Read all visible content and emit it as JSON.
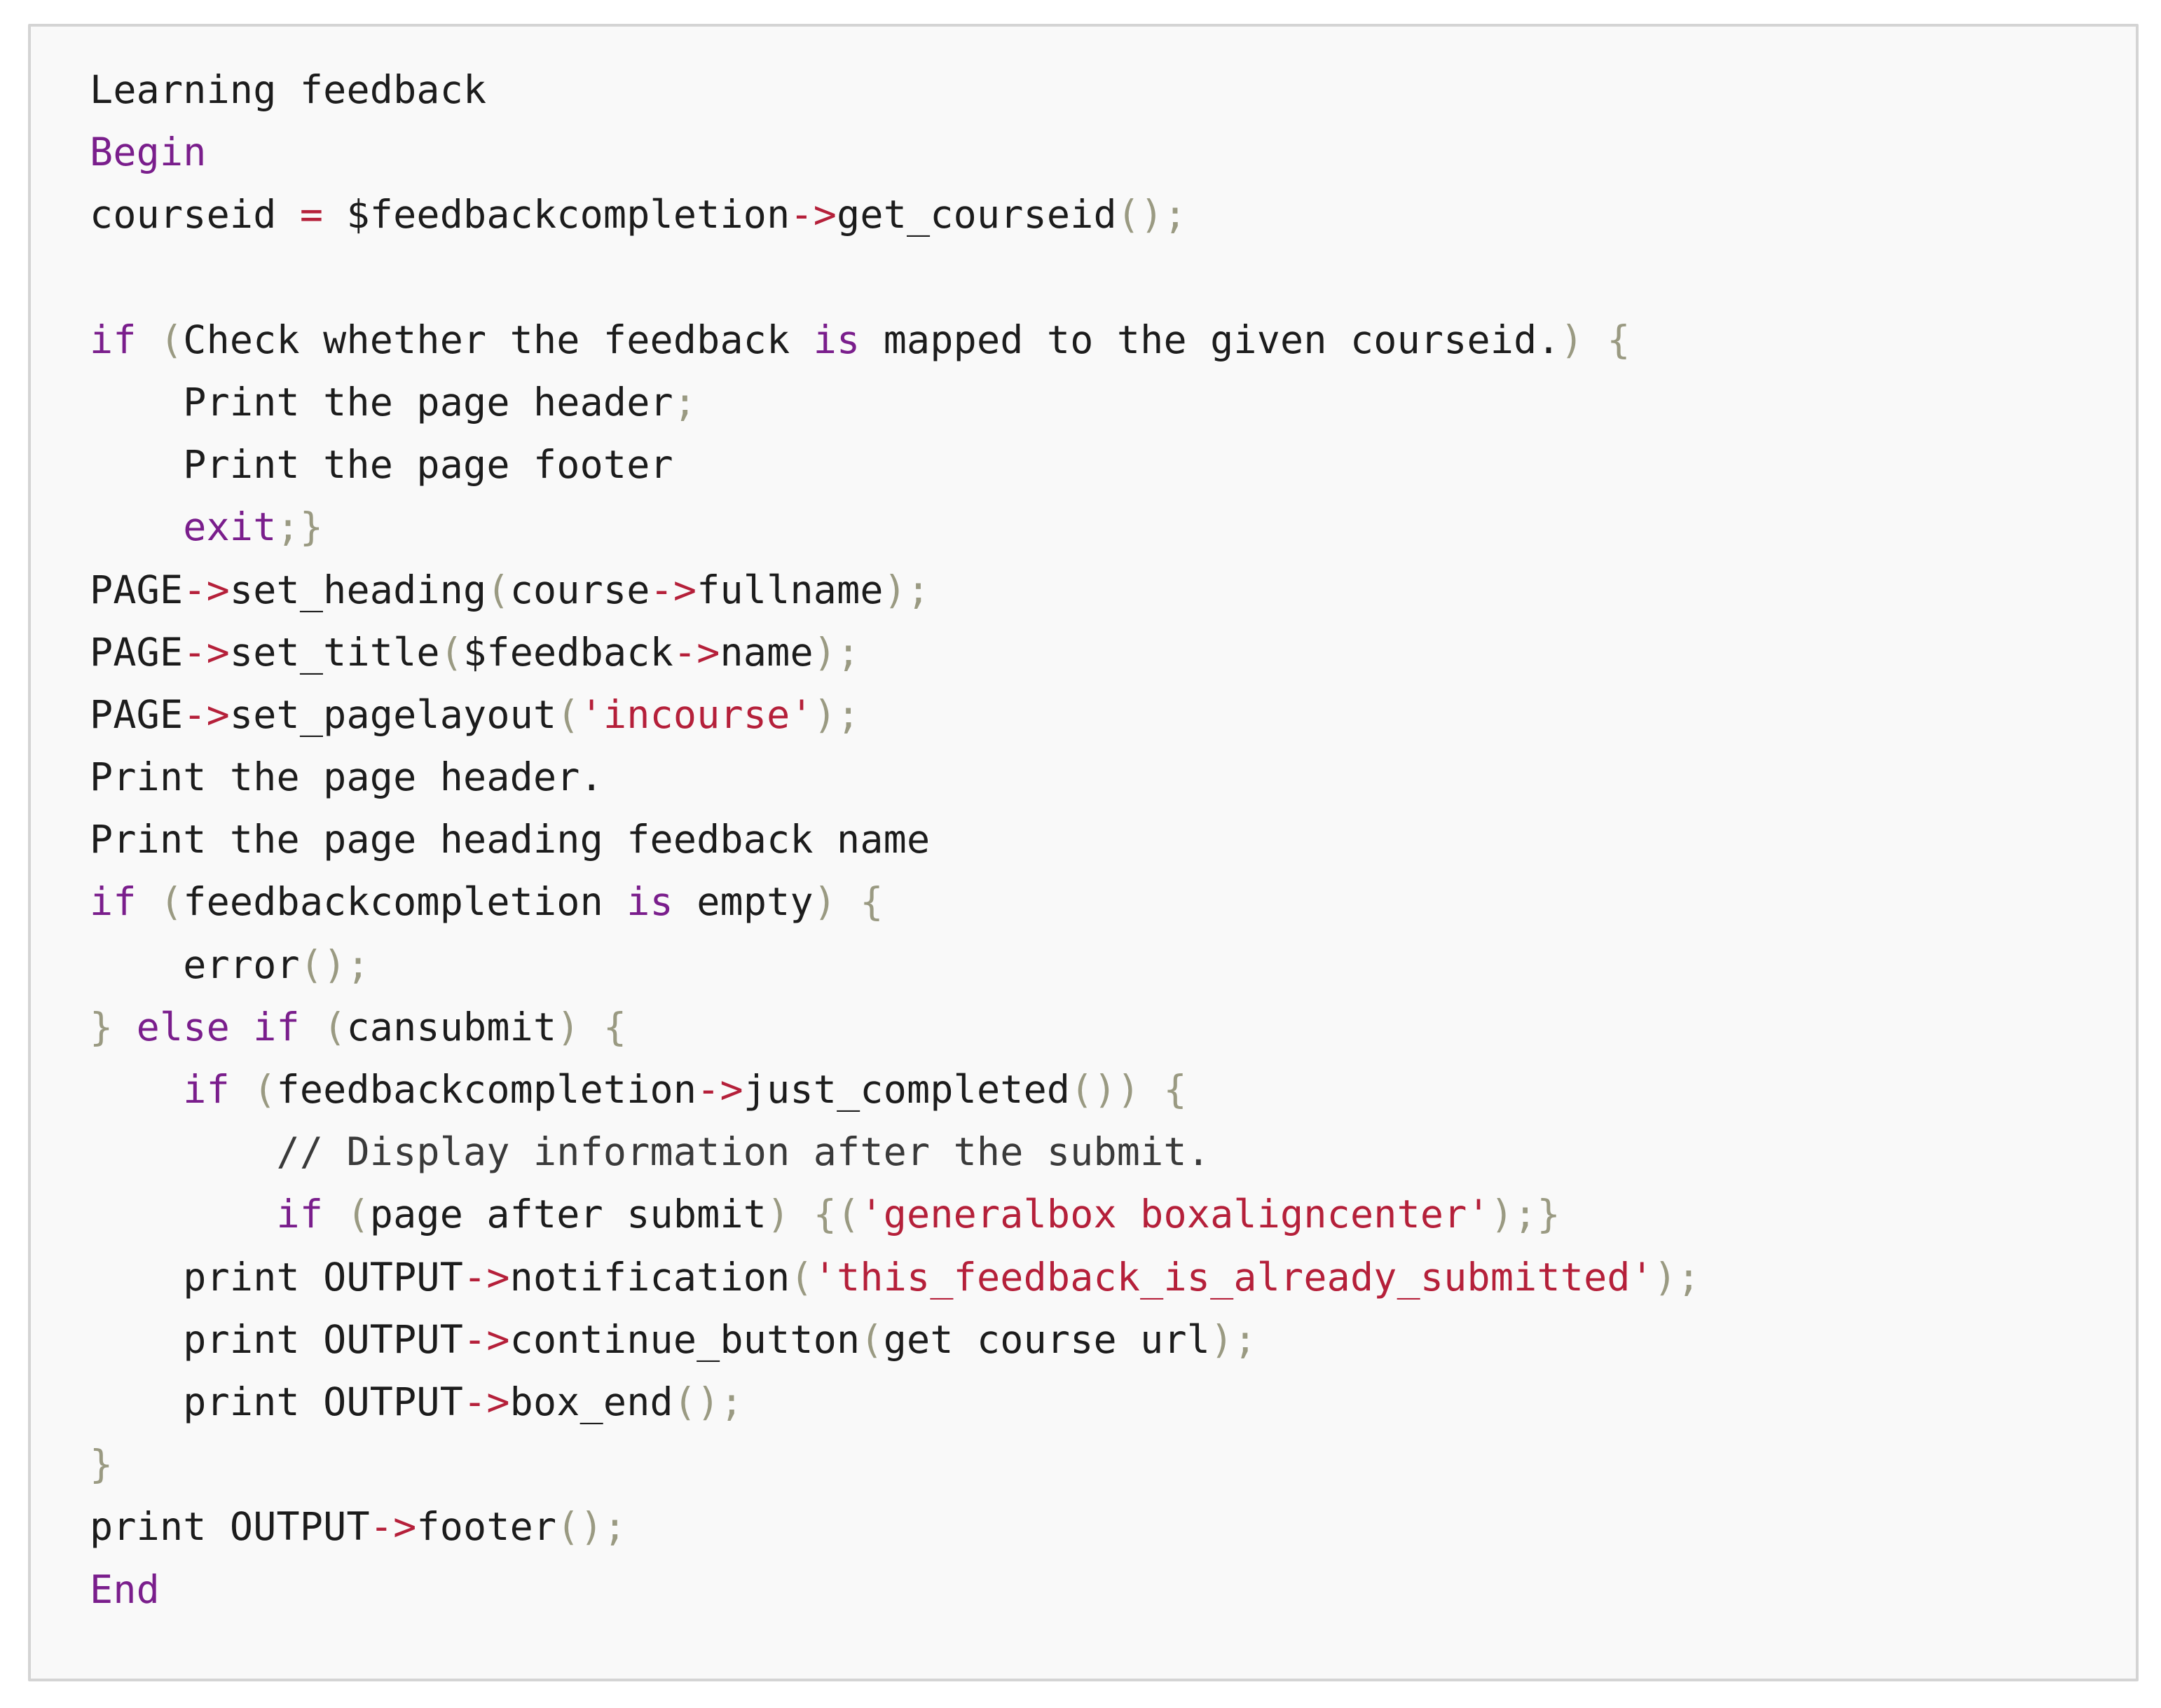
{
  "code": {
    "lines": [
      [
        {
          "t": "Learning feedback",
          "c": "tx"
        }
      ],
      [
        {
          "t": "Begin",
          "c": "kw"
        }
      ],
      [
        {
          "t": "courseid ",
          "c": "tx"
        },
        {
          "t": "=",
          "c": "op"
        },
        {
          "t": " $feedbackcompletion",
          "c": "tx"
        },
        {
          "t": "->",
          "c": "op"
        },
        {
          "t": "get_courseid",
          "c": "tx"
        },
        {
          "t": "();",
          "c": "pn"
        }
      ],
      [],
      [
        {
          "t": "if",
          "c": "kw"
        },
        {
          "t": " (",
          "c": "pn"
        },
        {
          "t": "Check whether the feedback ",
          "c": "tx"
        },
        {
          "t": "is",
          "c": "kw"
        },
        {
          "t": " mapped to the given courseid.",
          "c": "tx"
        },
        {
          "t": ") {",
          "c": "pn"
        }
      ],
      [
        {
          "t": "    Print the page header",
          "c": "tx"
        },
        {
          "t": ";",
          "c": "pn"
        }
      ],
      [
        {
          "t": "    Print the page footer",
          "c": "tx"
        }
      ],
      [
        {
          "t": "    ",
          "c": "tx"
        },
        {
          "t": "exit",
          "c": "kw"
        },
        {
          "t": ";}",
          "c": "pn"
        }
      ],
      [
        {
          "t": "PAGE",
          "c": "tx"
        },
        {
          "t": "->",
          "c": "op"
        },
        {
          "t": "set_heading",
          "c": "tx"
        },
        {
          "t": "(",
          "c": "pn"
        },
        {
          "t": "course",
          "c": "tx"
        },
        {
          "t": "->",
          "c": "op"
        },
        {
          "t": "fullname",
          "c": "tx"
        },
        {
          "t": ");",
          "c": "pn"
        }
      ],
      [
        {
          "t": "PAGE",
          "c": "tx"
        },
        {
          "t": "->",
          "c": "op"
        },
        {
          "t": "set_title",
          "c": "tx"
        },
        {
          "t": "(",
          "c": "pn"
        },
        {
          "t": "$feedback",
          "c": "tx"
        },
        {
          "t": "->",
          "c": "op"
        },
        {
          "t": "name",
          "c": "tx"
        },
        {
          "t": ");",
          "c": "pn"
        }
      ],
      [
        {
          "t": "PAGE",
          "c": "tx"
        },
        {
          "t": "->",
          "c": "op"
        },
        {
          "t": "set_pagelayout",
          "c": "tx"
        },
        {
          "t": "(",
          "c": "pn"
        },
        {
          "t": "'incourse'",
          "c": "str"
        },
        {
          "t": ");",
          "c": "pn"
        }
      ],
      [
        {
          "t": "Print the page header.",
          "c": "tx"
        }
      ],
      [
        {
          "t": "Print the page heading feedback name",
          "c": "tx"
        }
      ],
      [
        {
          "t": "if",
          "c": "kw"
        },
        {
          "t": " (",
          "c": "pn"
        },
        {
          "t": "feedbackcompletion ",
          "c": "tx"
        },
        {
          "t": "is",
          "c": "kw"
        },
        {
          "t": " empty",
          "c": "tx"
        },
        {
          "t": ") {",
          "c": "pn"
        }
      ],
      [
        {
          "t": "    error",
          "c": "tx"
        },
        {
          "t": "();",
          "c": "pn"
        }
      ],
      [
        {
          "t": "} ",
          "c": "pn"
        },
        {
          "t": "else if",
          "c": "kw"
        },
        {
          "t": " (",
          "c": "pn"
        },
        {
          "t": "cansubmit",
          "c": "tx"
        },
        {
          "t": ") {",
          "c": "pn"
        }
      ],
      [
        {
          "t": "    ",
          "c": "tx"
        },
        {
          "t": "if",
          "c": "kw"
        },
        {
          "t": " (",
          "c": "pn"
        },
        {
          "t": "feedbackcompletion",
          "c": "tx"
        },
        {
          "t": "->",
          "c": "op"
        },
        {
          "t": "just_completed",
          "c": "tx"
        },
        {
          "t": "()) {",
          "c": "pn"
        }
      ],
      [
        {
          "t": "        // Display information after the submit.",
          "c": "cm"
        }
      ],
      [
        {
          "t": "        ",
          "c": "tx"
        },
        {
          "t": "if",
          "c": "kw"
        },
        {
          "t": " (",
          "c": "pn"
        },
        {
          "t": "page after submit",
          "c": "tx"
        },
        {
          "t": ") {(",
          "c": "pn"
        },
        {
          "t": "'generalbox boxaligncenter'",
          "c": "str"
        },
        {
          "t": ");}",
          "c": "pn"
        }
      ],
      [
        {
          "t": "    print OUTPUT",
          "c": "tx"
        },
        {
          "t": "->",
          "c": "op"
        },
        {
          "t": "notification",
          "c": "tx"
        },
        {
          "t": "(",
          "c": "pn"
        },
        {
          "t": "'this_feedback_is_already_submitted'",
          "c": "str"
        },
        {
          "t": ");",
          "c": "pn"
        }
      ],
      [
        {
          "t": "    print OUTPUT",
          "c": "tx"
        },
        {
          "t": "->",
          "c": "op"
        },
        {
          "t": "continue_button",
          "c": "tx"
        },
        {
          "t": "(",
          "c": "pn"
        },
        {
          "t": "get course url",
          "c": "tx"
        },
        {
          "t": ");",
          "c": "pn"
        }
      ],
      [
        {
          "t": "    print OUTPUT",
          "c": "tx"
        },
        {
          "t": "->",
          "c": "op"
        },
        {
          "t": "box_end",
          "c": "tx"
        },
        {
          "t": "();",
          "c": "pn"
        }
      ],
      [
        {
          "t": "}",
          "c": "pn"
        }
      ],
      [
        {
          "t": "print OUTPUT",
          "c": "tx"
        },
        {
          "t": "->",
          "c": "op"
        },
        {
          "t": "footer",
          "c": "tx"
        },
        {
          "t": "();",
          "c": "pn"
        }
      ],
      [
        {
          "t": "End",
          "c": "kw"
        }
      ]
    ]
  },
  "colors": {
    "keyword": "#7a1e8c",
    "string": "#b5203a",
    "operator": "#b5203a",
    "punctuation": "#9a9a82",
    "text": "#1c1c1c",
    "background": "#f9f9f9",
    "border": "#d4d4d4"
  }
}
